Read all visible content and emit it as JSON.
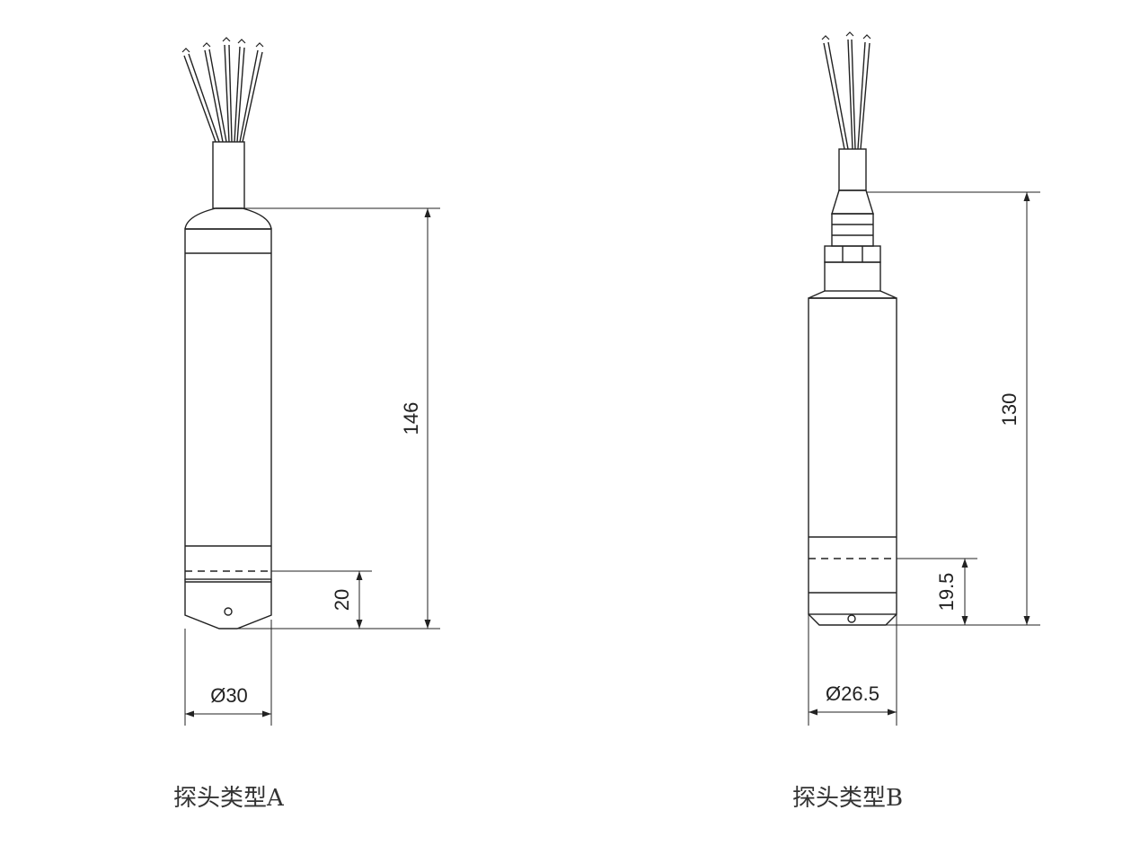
{
  "probe_a": {
    "caption": "探头类型A",
    "dimensions": {
      "length": "146",
      "sensor_offset": "20",
      "diameter": "Ø30"
    }
  },
  "probe_b": {
    "caption": "探头类型B",
    "dimensions": {
      "length": "130",
      "sensor_offset": "19.5",
      "diameter": "Ø26.5"
    }
  },
  "colors": {
    "line": "#222222",
    "background": "#ffffff"
  }
}
